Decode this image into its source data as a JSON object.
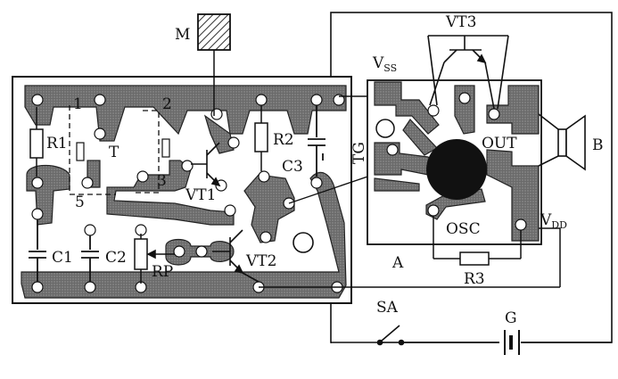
{
  "labels": {
    "M": "M",
    "VT3": "VT3",
    "Vss_main": "V",
    "Vss_sub": "SS",
    "TG": "TG",
    "OUT": "OUT",
    "B": "B",
    "VDD_main": "V",
    "VDD_sub": "DD",
    "OSC": "OSC",
    "A": "A",
    "R3": "R3",
    "R1": "R1",
    "T": "T",
    "pin1": "1",
    "pin2": "2",
    "pin3": "3",
    "pin5": "5",
    "R2": "R2",
    "C3": "C3",
    "VT1": "VT1",
    "C1": "C1",
    "C2": "C2",
    "RP": "RP",
    "VT2": "VT2",
    "SA": "SA",
    "G": "G"
  },
  "colors": {
    "ink": "#111111",
    "copper": "#5a5a5a",
    "hatch": "#444444"
  }
}
